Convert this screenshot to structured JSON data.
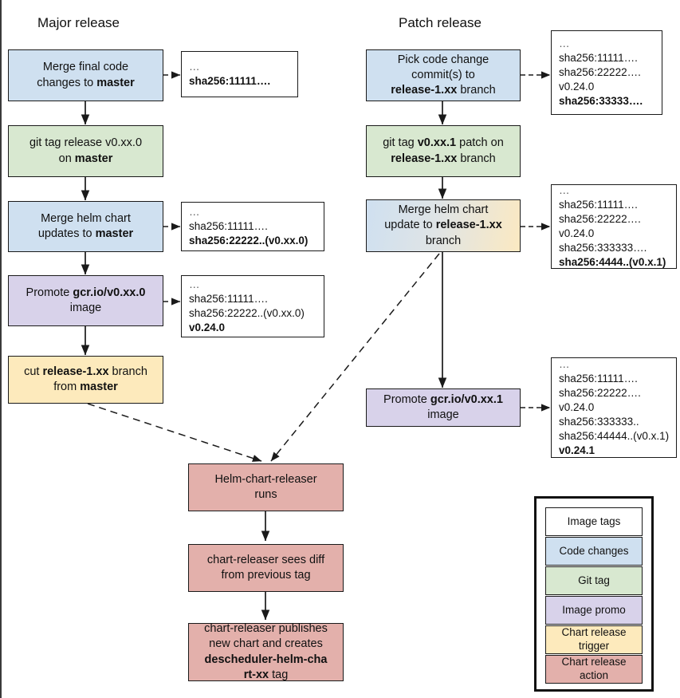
{
  "titles": {
    "major": "Major release",
    "patch": "Patch release"
  },
  "major_flow": [
    {
      "id": "merge-final-code",
      "kind": "code-changes",
      "lines": [
        {
          "text": "Merge final code",
          "bold": false
        },
        {
          "text": "changes to ",
          "bold": false,
          "tail": "master",
          "tail_bold": true
        }
      ]
    },
    {
      "id": "git-tag-release",
      "kind": "git-tag",
      "lines": [
        {
          "text": "git tag release v0.xx.0",
          "bold": false
        },
        {
          "text": "on ",
          "bold": false,
          "tail": "master",
          "tail_bold": true
        }
      ]
    },
    {
      "id": "merge-helm-chart-updates",
      "kind": "code-changes",
      "lines": [
        {
          "text": "Merge helm chart",
          "bold": false
        },
        {
          "text": "updates to ",
          "bold": false,
          "tail": "master",
          "tail_bold": true
        }
      ]
    },
    {
      "id": "promote-image-major",
      "kind": "image-promo",
      "lines": [
        {
          "text": "Promote ",
          "bold": false,
          "tail": "gcr.io/v0.xx.0",
          "tail_bold": true
        },
        {
          "text": "image",
          "bold": false
        }
      ]
    },
    {
      "id": "cut-release-branch",
      "kind": "chart-release-trigger",
      "lines": [
        {
          "text": "cut ",
          "bold": false,
          "tail": "release-1.xx",
          "tail_bold": true,
          "after": " branch"
        },
        {
          "text": "from ",
          "bold": false,
          "tail": "master",
          "tail_bold": true
        }
      ]
    }
  ],
  "patch_flow": [
    {
      "id": "pick-code-change-commits",
      "kind": "code-changes",
      "lines": [
        {
          "text": "Pick code change",
          "bold": false
        },
        {
          "text": "commit(s) to",
          "bold": false
        },
        {
          "text": "",
          "bold": false,
          "tail": "release-1.xx",
          "tail_bold": true,
          "after": " branch"
        }
      ]
    },
    {
      "id": "git-tag-patch",
      "kind": "git-tag",
      "lines": [
        {
          "text": "git tag ",
          "bold": false,
          "tail": "v0.xx.1",
          "tail_bold": true,
          "after": " patch on"
        },
        {
          "text": "",
          "bold": false,
          "tail": "release-1.xx",
          "tail_bold": true,
          "after": " branch"
        }
      ]
    },
    {
      "id": "merge-helm-chart-update-release",
      "kind": "mixed",
      "lines": [
        {
          "text": "Merge helm chart",
          "bold": false
        },
        {
          "text": "update to ",
          "bold": false,
          "tail": "release-1.xx",
          "tail_bold": true
        },
        {
          "text": "branch",
          "bold": false
        }
      ]
    },
    {
      "id": "promote-image-patch",
      "kind": "image-promo",
      "lines": [
        {
          "text": "Promote ",
          "bold": false,
          "tail": "gcr.io/v0.xx.1",
          "tail_bold": true
        },
        {
          "text": "image",
          "bold": false
        }
      ]
    }
  ],
  "bottom_flow": [
    {
      "id": "helm-chart-releaser-runs",
      "kind": "chart-release-action",
      "lines": [
        {
          "text": "Helm-chart-releaser",
          "bold": false
        },
        {
          "text": "runs",
          "bold": false
        }
      ]
    },
    {
      "id": "chart-releaser-sees-diff",
      "kind": "chart-release-action",
      "lines": [
        {
          "text": "chart-releaser sees diff",
          "bold": false
        },
        {
          "text": "from previous tag",
          "bold": false
        }
      ]
    },
    {
      "id": "chart-releaser-publishes",
      "kind": "chart-release-action",
      "lines": [
        {
          "text": "chart-releaser publishes",
          "bold": false
        },
        {
          "text": "new chart and creates",
          "bold": false
        },
        {
          "text": "",
          "bold": false,
          "tail": "descheduler-helm-cha",
          "tail_bold": true
        },
        {
          "text": "",
          "bold": false,
          "tail": "rt-xx",
          "tail_bold": true,
          "after": " tag"
        }
      ]
    }
  ],
  "tag_boxes": {
    "major_1": {
      "id": "tags-after-merge-final-code",
      "lines": [
        {
          "text": "…",
          "bold": false
        },
        {
          "text": "sha256:11111….",
          "bold": true
        }
      ]
    },
    "major_2": {
      "id": "tags-after-helm-chart-updates",
      "lines": [
        {
          "text": "…",
          "bold": false
        },
        {
          "text": "sha256:11111….",
          "bold": false
        },
        {
          "text": "sha256:22222..(v0.xx.0)",
          "bold": true
        }
      ]
    },
    "major_3": {
      "id": "tags-after-promote-major",
      "lines": [
        {
          "text": "…",
          "bold": false
        },
        {
          "text": "sha256:11111….",
          "bold": false
        },
        {
          "text": "sha256:22222..(v0.xx.0)",
          "bold": false
        },
        {
          "text": "v0.24.0",
          "bold": true
        }
      ]
    },
    "patch_1": {
      "id": "tags-after-pick-commits",
      "lines": [
        {
          "text": "…",
          "bold": false
        },
        {
          "text": "sha256:11111….",
          "bold": false
        },
        {
          "text": "sha256:22222….",
          "bold": false
        },
        {
          "text": "v0.24.0",
          "bold": false
        },
        {
          "text": "sha256:33333….",
          "bold": true
        }
      ]
    },
    "patch_2": {
      "id": "tags-after-merge-helm-release",
      "lines": [
        {
          "text": "…",
          "bold": false
        },
        {
          "text": "sha256:11111….",
          "bold": false
        },
        {
          "text": "sha256:22222….",
          "bold": false
        },
        {
          "text": "v0.24.0",
          "bold": false
        },
        {
          "text": "sha256:333333….",
          "bold": false
        },
        {
          "text": "sha256:4444..(v0.x.1)",
          "bold": true
        }
      ]
    },
    "patch_3": {
      "id": "tags-after-promote-patch",
      "lines": [
        {
          "text": "…",
          "bold": false
        },
        {
          "text": "sha256:11111….",
          "bold": false
        },
        {
          "text": "sha256:22222….",
          "bold": false
        },
        {
          "text": "v0.24.0",
          "bold": false
        },
        {
          "text": "sha256:333333..",
          "bold": false
        },
        {
          "text": "sha256:44444..(v0.x.1)",
          "bold": false
        },
        {
          "text": "v0.24.1",
          "bold": true
        }
      ]
    }
  },
  "legend": {
    "items": [
      {
        "label": "Image tags",
        "kind": "image-tags"
      },
      {
        "label": "Code changes",
        "kind": "code-changes"
      },
      {
        "label": "Git tag",
        "kind": "git-tag"
      },
      {
        "label": "Image promo",
        "kind": "image-promo"
      },
      {
        "label": "Chart release trigger",
        "kind": "chart-release-trigger"
      },
      {
        "label": "Chart release action",
        "kind": "chart-release-action"
      }
    ]
  },
  "colors": {
    "code_changes": "#cfe0f0",
    "git_tag": "#d8e8d0",
    "image_promo": "#d8d2ea",
    "chart_release_trigger": "#fdeabc",
    "chart_release_action": "#e3b0ab",
    "image_tags": "#ffffff",
    "stroke": "#1a1a1a",
    "text": "#111111"
  }
}
